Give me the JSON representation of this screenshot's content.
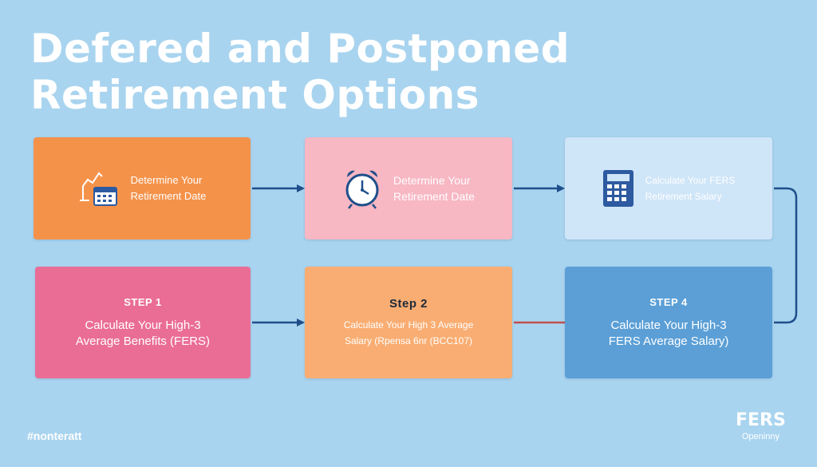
{
  "title": {
    "line1": "Defered and Postponed",
    "line2": "Retirement Options"
  },
  "colors": {
    "background": "#a9d4ef",
    "box_orange": "#f5924a",
    "box_pink": "#f7b7c3",
    "box_light_blue": "#cfe5f8",
    "box_magenta": "#ea6d96",
    "box_peach": "#f9ad72",
    "box_blue": "#5b9fd6",
    "arrow": "#1f4f8a",
    "accent_line": "#c0504d"
  },
  "boxes": [
    {
      "icon": "calendar-chart-icon",
      "lines": [
        "Determine Your",
        "Retirement Date"
      ]
    },
    {
      "icon": "alarm-clock-icon",
      "lines": [
        "Determine Your",
        "Retirement Date"
      ]
    },
    {
      "icon": "calculator-icon",
      "lines": [
        "Calculate Your FERS",
        "Retirement Salary"
      ]
    },
    {
      "step": "STEP 1",
      "lines": [
        "Calculate Your High-3",
        "Average Benefits (FERS)"
      ]
    },
    {
      "step": "Step 2",
      "lines": [
        "Calculate Your High 3 Average",
        "Salary (Rpensa 6nr (BCC107)"
      ]
    },
    {
      "step": "STEP 4",
      "lines": [
        "Calculate Your High-3",
        "FERS Average Salary)"
      ]
    }
  ],
  "footer": {
    "hashtag": "#nonteratt",
    "brand": "FERS",
    "brand_sub": "Openinny"
  }
}
